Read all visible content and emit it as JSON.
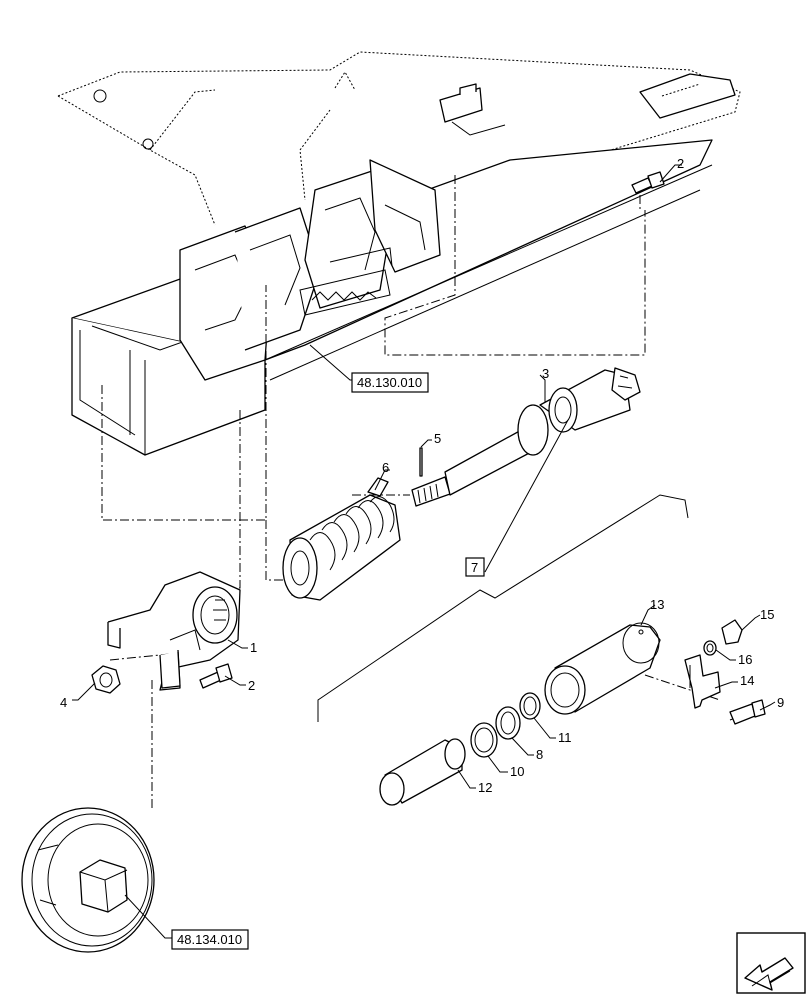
{
  "diagram": {
    "references": [
      {
        "id": "ref-48-130",
        "label": "48.130.010"
      },
      {
        "id": "ref-48-134",
        "label": "48.134.010"
      },
      {
        "id": "ref-7",
        "label": "7"
      }
    ],
    "callouts": [
      {
        "id": "c1",
        "label": "1"
      },
      {
        "id": "c2a",
        "label": "2"
      },
      {
        "id": "c2b",
        "label": "2"
      },
      {
        "id": "c3",
        "label": "3"
      },
      {
        "id": "c4",
        "label": "4"
      },
      {
        "id": "c5",
        "label": "5"
      },
      {
        "id": "c6",
        "label": "6"
      },
      {
        "id": "c8",
        "label": "8"
      },
      {
        "id": "c9",
        "label": "9"
      },
      {
        "id": "c10",
        "label": "10"
      },
      {
        "id": "c11",
        "label": "11"
      },
      {
        "id": "c12",
        "label": "12"
      },
      {
        "id": "c13",
        "label": "13"
      },
      {
        "id": "c14",
        "label": "14"
      },
      {
        "id": "c15",
        "label": "15"
      },
      {
        "id": "c16",
        "label": "16"
      }
    ],
    "nav_icon": "arrow-left-icon"
  }
}
